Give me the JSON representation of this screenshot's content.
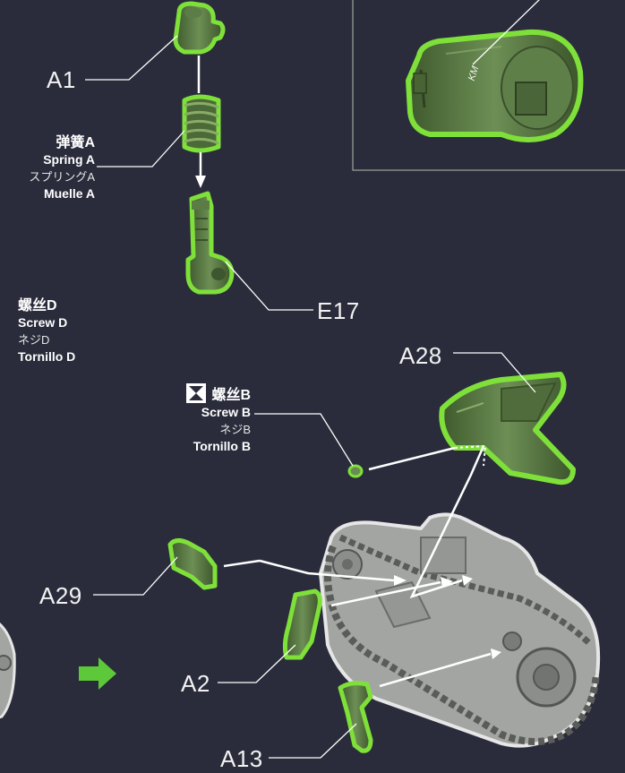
{
  "colors": {
    "background": "#2a2c3b",
    "highlight": "#7fe03a",
    "part_fill": "#4f6e3a",
    "text": "#ffffff",
    "arrow_green": "#5cc83a"
  },
  "parts": {
    "a1": "A1",
    "e17": "E17",
    "a28": "A28",
    "a29": "A29",
    "a2": "A2",
    "a13": "A13"
  },
  "spring_a": {
    "cn": "弹簧A",
    "en": "Spring A",
    "jp": "スプリングA",
    "es": "Muelle A"
  },
  "screw_d": {
    "cn": "螺丝D",
    "en": "Screw D",
    "jp": "ネジD",
    "es": "Tornillo D"
  },
  "screw_b": {
    "cn": "螺丝B",
    "en": "Screw B",
    "jp": "ネジB",
    "es": "Tornillo B"
  },
  "inset": {
    "part_marking": "KM"
  }
}
